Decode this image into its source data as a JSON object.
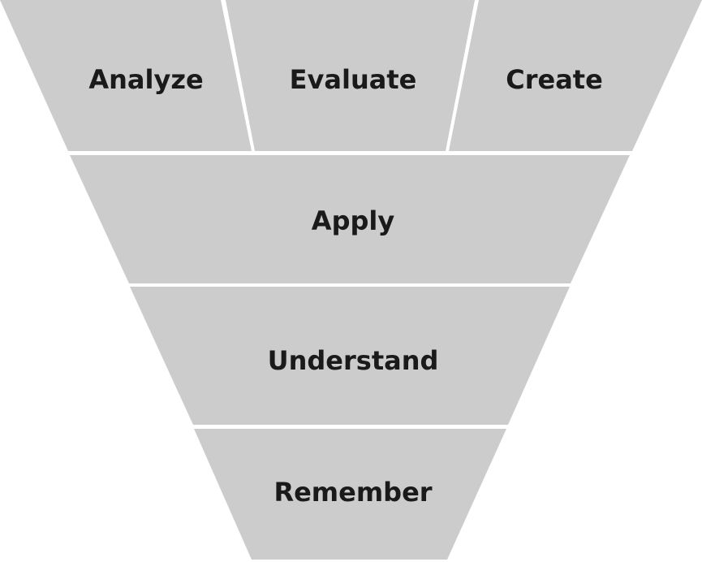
{
  "diagram": {
    "type": "inverted-pyramid",
    "fill_color": "#cccccd",
    "text_color": "#1a1a1a",
    "divider_color": "#ffffff",
    "top_tier": [
      "Analyze",
      "Evaluate",
      "Create"
    ],
    "tiers": [
      "Apply",
      "Understand",
      "Remember"
    ]
  }
}
